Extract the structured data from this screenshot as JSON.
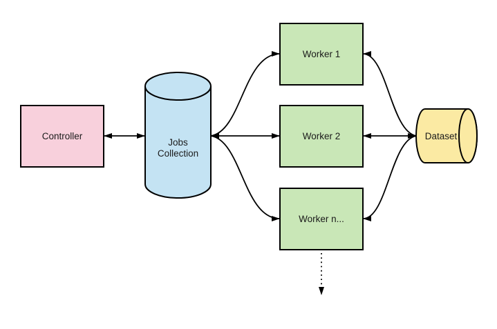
{
  "diagram": {
    "type": "architecture-diagram",
    "background": "#ffffff",
    "stroke_color": "#000000",
    "nodes": {
      "controller": {
        "label": "Controller",
        "shape": "rectangle",
        "fill": "#f8d0dc"
      },
      "jobs_collection": {
        "label": "Jobs Collection",
        "label_lines": [
          "Jobs",
          "Collection"
        ],
        "shape": "cylinder-vertical",
        "fill": "#c4e3f3"
      },
      "worker_1": {
        "label": "Worker 1",
        "shape": "rectangle",
        "fill": "#c9e7b7"
      },
      "worker_2": {
        "label": "Worker 2",
        "shape": "rectangle",
        "fill": "#c9e7b7"
      },
      "worker_n": {
        "label": "Worker n...",
        "shape": "rectangle",
        "fill": "#c9e7b7"
      },
      "dataset": {
        "label": "Dataset",
        "shape": "cylinder-horizontal",
        "fill": "#fbeaa3"
      }
    },
    "edges": [
      {
        "from": "controller",
        "to": "jobs_collection",
        "direction": "bidirectional",
        "style": "solid"
      },
      {
        "from": "jobs_collection",
        "to": "worker_1",
        "direction": "bidirectional",
        "style": "solid-curved"
      },
      {
        "from": "jobs_collection",
        "to": "worker_2",
        "direction": "bidirectional",
        "style": "solid"
      },
      {
        "from": "jobs_collection",
        "to": "worker_n",
        "direction": "bidirectional",
        "style": "solid-curved"
      },
      {
        "from": "dataset",
        "to": "worker_1",
        "direction": "to-worker",
        "style": "solid-curved"
      },
      {
        "from": "dataset",
        "to": "worker_2",
        "direction": "bidirectional",
        "style": "solid"
      },
      {
        "from": "dataset",
        "to": "worker_n",
        "direction": "to-worker",
        "style": "solid-curved"
      },
      {
        "from": "worker_n",
        "to": "continuation",
        "direction": "down",
        "style": "dotted-arrow"
      }
    ]
  }
}
